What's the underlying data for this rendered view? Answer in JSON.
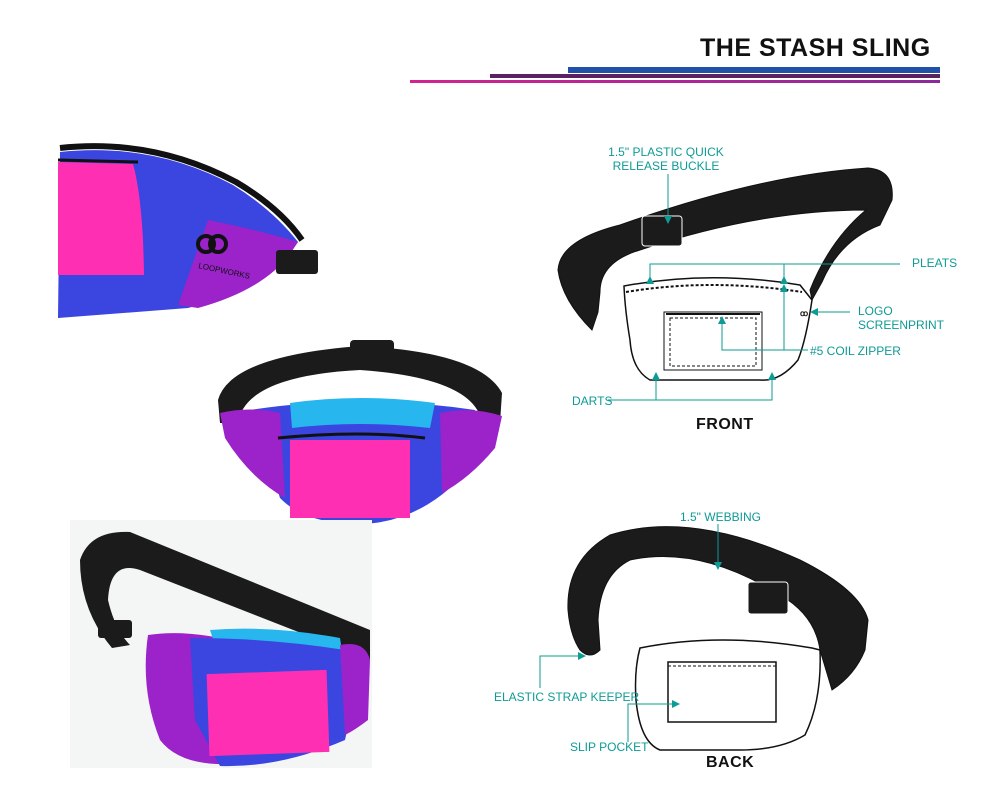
{
  "header": {
    "title": "THE STASH SLING"
  },
  "brand": {
    "logo_text": "LOOPWORKS"
  },
  "colors": {
    "blue_bar": "#2150a8",
    "purple_bar": "#5b1f64",
    "magenta_bar": "#d2238f",
    "callout_teal": "#0e9b95",
    "bag_blue": "#3b45e0",
    "bag_purple": "#9b23c9",
    "bag_pink": "#ff2fb4",
    "bag_cyan": "#27b6ee",
    "strap_black": "#1b1b1b"
  },
  "photos": [
    {
      "name": "closeup-logo-photo",
      "description_icon": "fanny-pack-photo"
    },
    {
      "name": "front-product-photo",
      "description_icon": "fanny-pack-photo"
    },
    {
      "name": "angled-product-photo",
      "description_icon": "fanny-pack-photo"
    }
  ],
  "front_view": {
    "label": "FRONT",
    "callouts": {
      "buckle": [
        "1.5\" PLASTIC QUICK",
        "RELEASE BUCKLE"
      ],
      "pleats": "PLEATS",
      "logo": [
        "LOGO",
        "SCREENPRINT"
      ],
      "zipper": "#5 COIL ZIPPER",
      "darts": "DARTS"
    }
  },
  "back_view": {
    "label": "BACK",
    "callouts": {
      "webbing": "1.5\" WEBBING",
      "keeper": "ELASTIC STRAP KEEPER",
      "slip_pocket": "SLIP POCKET"
    }
  }
}
